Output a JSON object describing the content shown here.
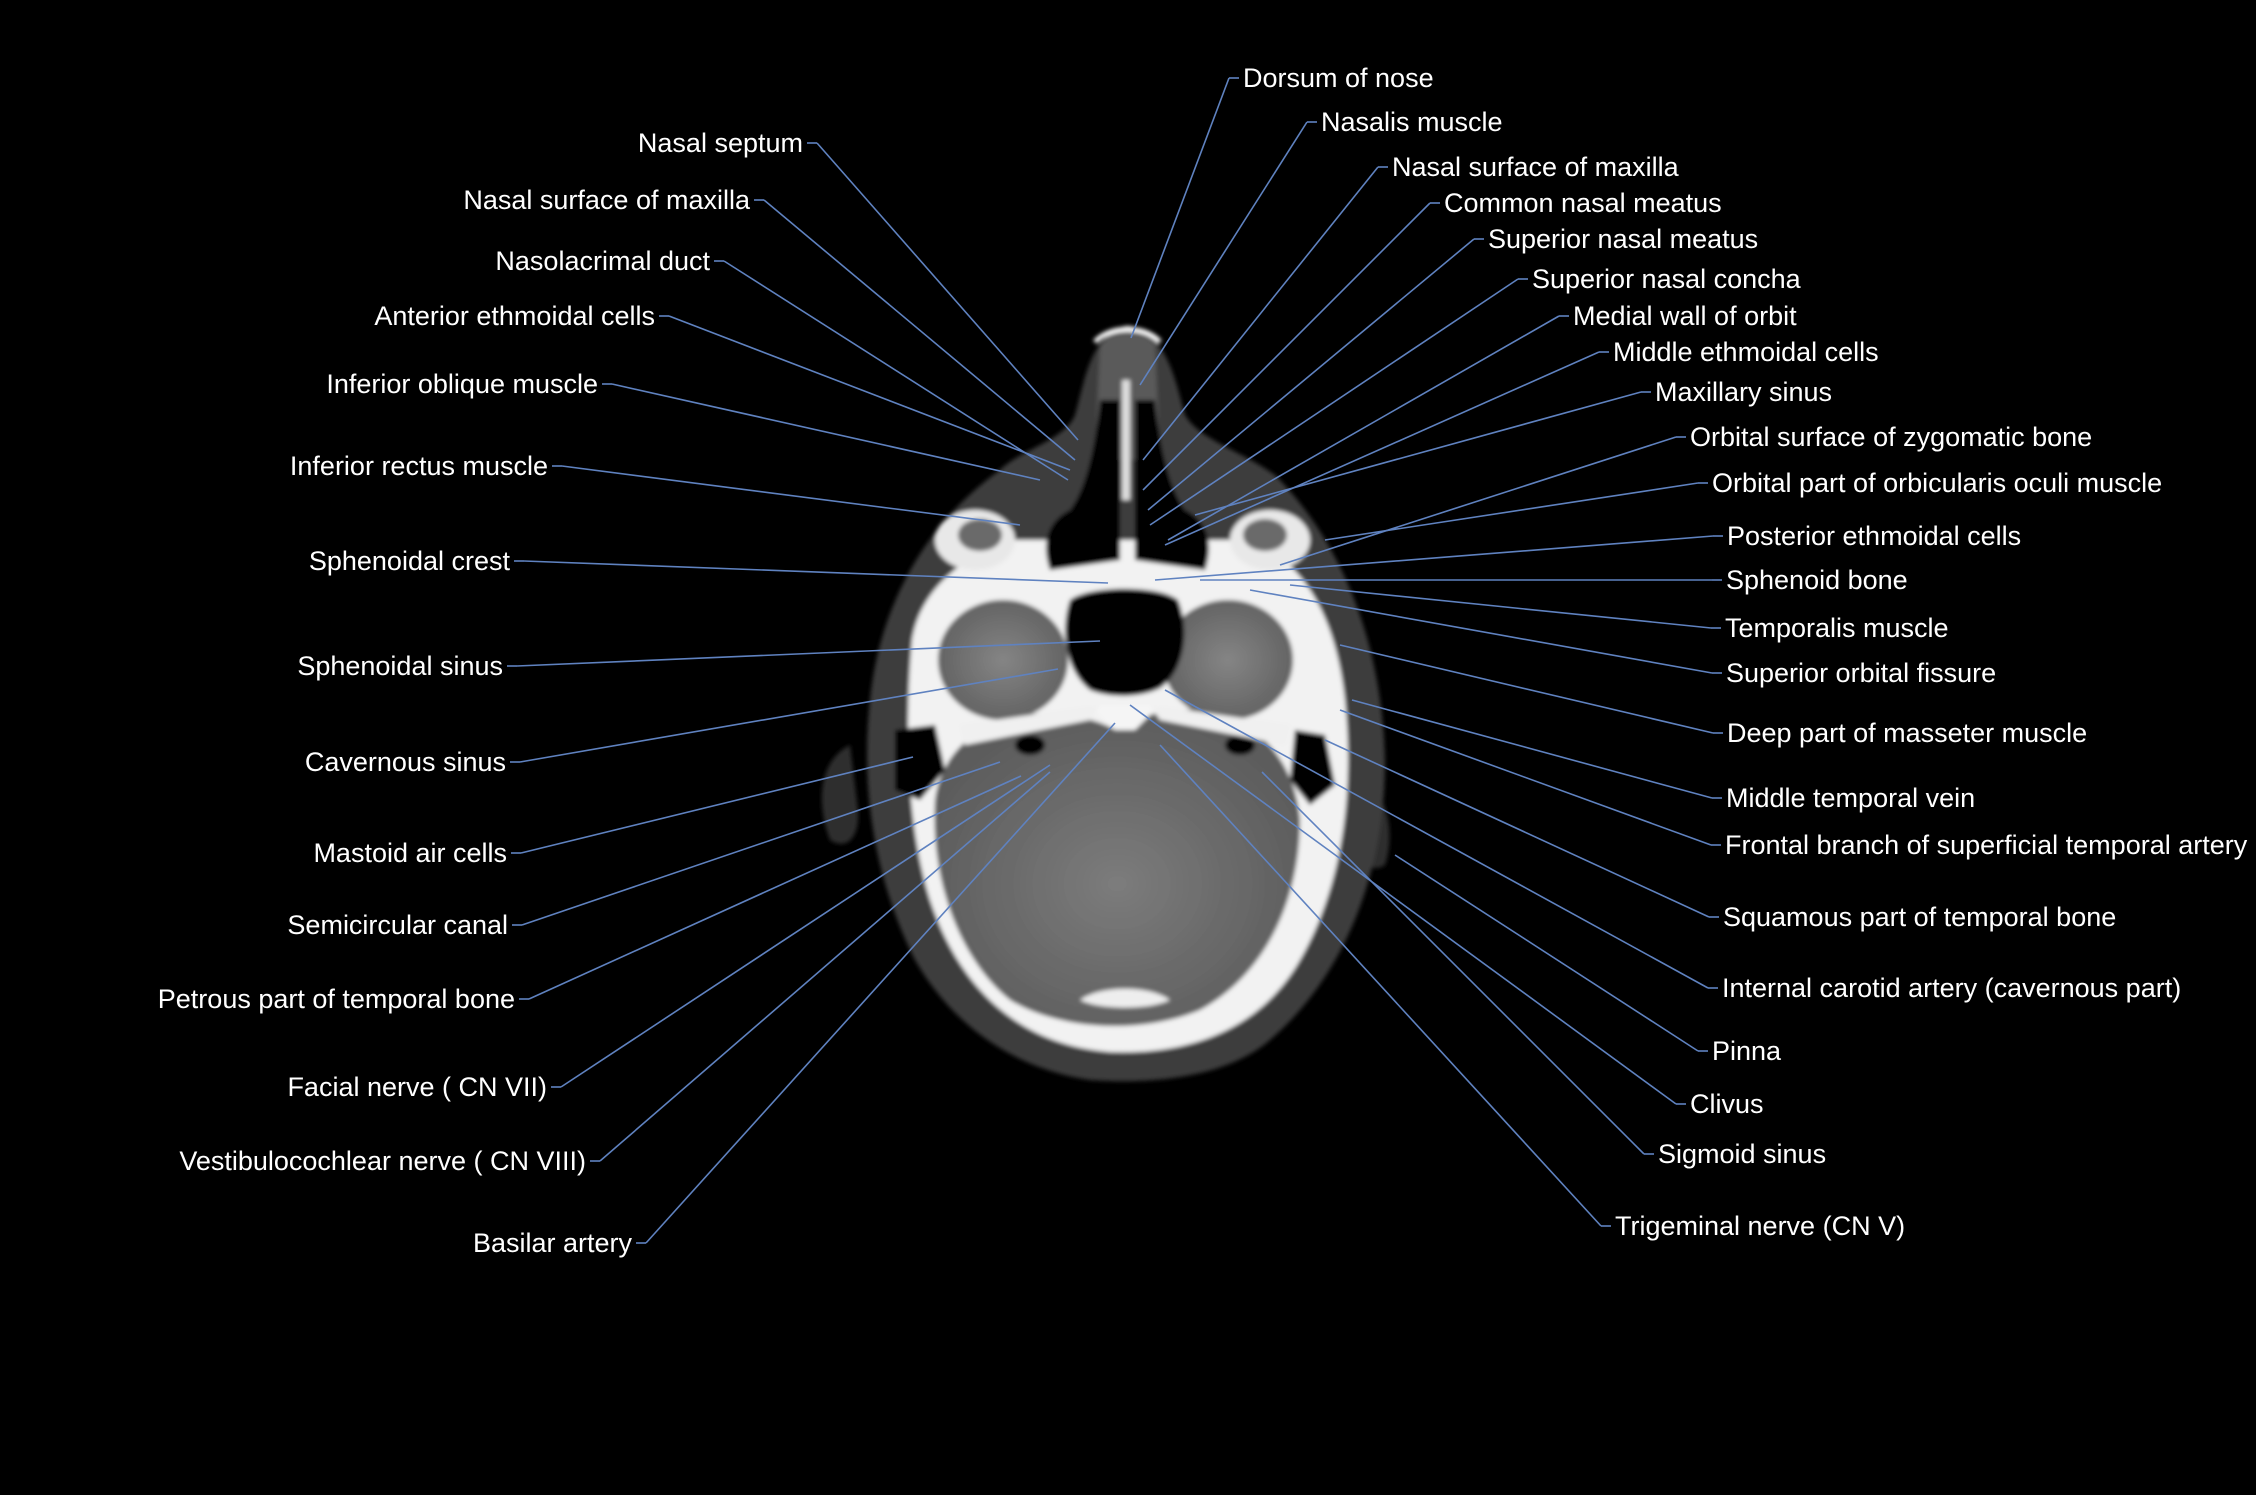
{
  "colors": {
    "background": "#000000",
    "label_text": "#ffffff",
    "leader_line": "#5f82c0"
  },
  "figure": {
    "type": "axial CT scan of head with labeled anatomical structures",
    "image_description": "grayscale axial CT slice of the skull base"
  },
  "labels": [
    {
      "id": "nasal-septum",
      "text": "Nasal septum"
    },
    {
      "id": "nasal-surface-of-maxilla-left",
      "text": "Nasal surface of maxilla"
    },
    {
      "id": "nasolacrimal-duct",
      "text": "Nasolacrimal duct"
    },
    {
      "id": "anterior-ethmoidal-cells",
      "text": "Anterior ethmoidal cells"
    },
    {
      "id": "inferior-oblique-muscle",
      "text": "Inferior oblique muscle"
    },
    {
      "id": "inferior-rectus-muscle",
      "text": "Inferior rectus muscle"
    },
    {
      "id": "sphenoidal-crest",
      "text": "Sphenoidal crest"
    },
    {
      "id": "sphenoidal-sinus",
      "text": "Sphenoidal sinus"
    },
    {
      "id": "cavernous-sinus",
      "text": "Cavernous sinus"
    },
    {
      "id": "mastoid-air-cells",
      "text": "Mastoid air cells"
    },
    {
      "id": "semicircular-canal",
      "text": "Semicircular canal"
    },
    {
      "id": "petrous-part-of-temporal-bone",
      "text": "Petrous part of temporal bone"
    },
    {
      "id": "facial-nerve",
      "text": "Facial nerve ( CN VII)"
    },
    {
      "id": "vestibulocochlear-nerve",
      "text": "Vestibulocochlear nerve ( CN VIII)"
    },
    {
      "id": "basilar-artery",
      "text": "Basilar artery"
    },
    {
      "id": "dorsum-of-nose",
      "text": "Dorsum of nose"
    },
    {
      "id": "nasalis-muscle",
      "text": "Nasalis muscle"
    },
    {
      "id": "nasal-surface-of-maxilla-right",
      "text": "Nasal surface of maxilla"
    },
    {
      "id": "common-nasal-meatus",
      "text": "Common nasal meatus"
    },
    {
      "id": "superior-nasal-meatus",
      "text": "Superior nasal meatus"
    },
    {
      "id": "superior-nasal-concha",
      "text": "Superior nasal concha"
    },
    {
      "id": "medial-wall-of-orbit",
      "text": "Medial wall of orbit"
    },
    {
      "id": "middle-ethmoidal-cells",
      "text": "Middle ethmoidal cells"
    },
    {
      "id": "maxillary-sinus",
      "text": "Maxillary sinus"
    },
    {
      "id": "orbital-surface-of-zygomatic-bone",
      "text": "Orbital surface of zygomatic bone"
    },
    {
      "id": "orbital-part-of-orbicularis-oculi-muscle",
      "text": "Orbital part of orbicularis oculi muscle"
    },
    {
      "id": "posterior-ethmoidal-cells",
      "text": "Posterior ethmoidal cells"
    },
    {
      "id": "sphenoid-bone",
      "text": "Sphenoid bone"
    },
    {
      "id": "temporalis-muscle",
      "text": "Temporalis muscle"
    },
    {
      "id": "superior-orbital-fissure",
      "text": "Superior orbital fissure"
    },
    {
      "id": "deep-part-of-masseter-muscle",
      "text": "Deep part of masseter muscle"
    },
    {
      "id": "middle-temporal-vein",
      "text": "Middle temporal vein"
    },
    {
      "id": "frontal-branch-of-superficial-temporal-artery",
      "text": "Frontal branch of superficial temporal artery"
    },
    {
      "id": "squamous-part-of-temporal-bone",
      "text": "Squamous part of temporal bone"
    },
    {
      "id": "internal-carotid-artery-cavernous-part",
      "text": "Internal carotid artery (cavernous part)"
    },
    {
      "id": "pinna",
      "text": "Pinna"
    },
    {
      "id": "clivus",
      "text": "Clivus"
    },
    {
      "id": "sigmoid-sinus",
      "text": "Sigmoid sinus"
    },
    {
      "id": "trigeminal-nerve",
      "text": "Trigeminal nerve (CN V)"
    }
  ]
}
